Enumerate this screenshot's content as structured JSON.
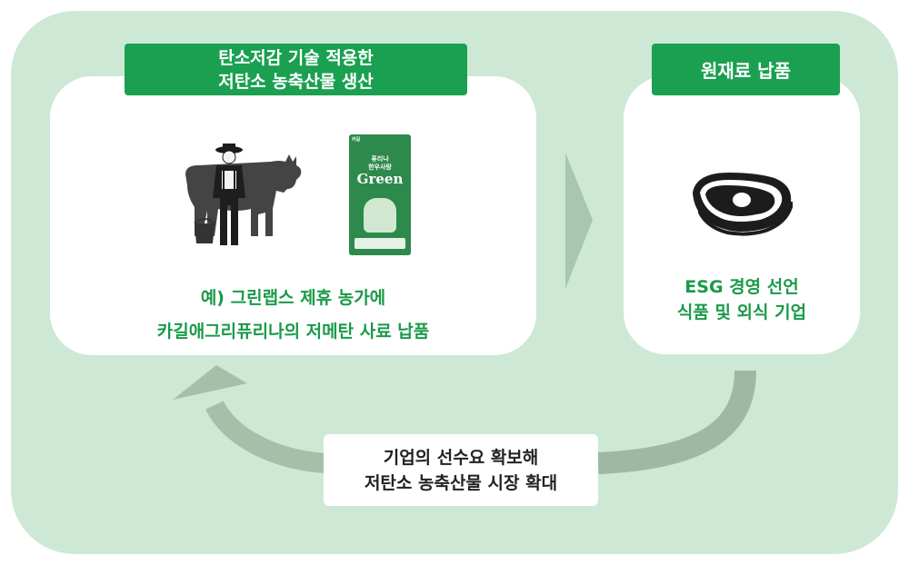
{
  "left_card": {
    "header_line1": "탄소저감 기술 적용한",
    "header_line2": "저탄소 농축산물 생산",
    "product": {
      "brand": "카길",
      "small_title": "퓨리나",
      "subtitle": "한우사랑",
      "name": "Green"
    },
    "caption_line1": "예) 그린랩스 제휴 농가에",
    "caption_line2": "카길애그리퓨리나의 저메탄 사료 납품"
  },
  "right_card": {
    "header": "원재료 납품",
    "line1": "ESG 경영 선언",
    "line2": "식품  및 외식 기업"
  },
  "bottom_box": {
    "line1": "기업의 선수요 확보해",
    "line2": "저탄소 농축산물 시장 확대"
  },
  "colors": {
    "background": "#cde9d5",
    "accent_green": "#1aa050",
    "text_green": "#1a9a48",
    "arrow_gray": "#9fb8a4"
  },
  "icons": [
    "farmer-icon",
    "cow-icon",
    "feed-bag-icon",
    "meat-steak-icon",
    "right-arrow-icon",
    "return-arrow-icon"
  ]
}
